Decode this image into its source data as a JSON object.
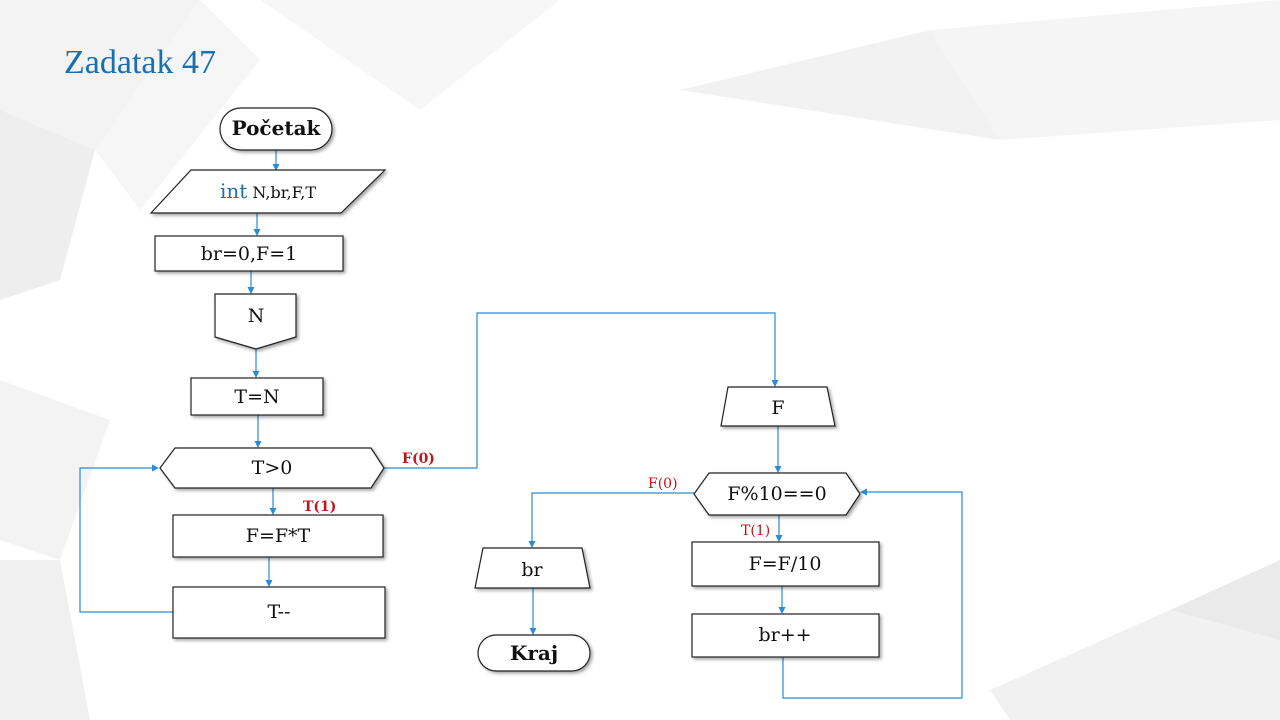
{
  "slide": {
    "title": "Zadatak 47"
  },
  "flowchart": {
    "start": "Početak",
    "declare_keyword": "int",
    "declare_vars": " N,br,F,T",
    "init": "br=0,F=1",
    "input_n": "N",
    "assign_t": "T=N",
    "cond_loop": "T>0",
    "loop_true_label": "T(1)",
    "loop_false_label": "F(0)",
    "mult": "F=F*T",
    "decrement": "T--",
    "output_f": "F",
    "cond_zero": "F%10==0",
    "zero_true_label": "T(1)",
    "zero_false_label": "F(0)",
    "divide": "F=F/10",
    "increment": "br++",
    "output_br": "br",
    "end": "Kraj"
  },
  "colors": {
    "title": "#1a6faf",
    "connector": "#2a8bd6",
    "condition_label": "#c0151a"
  }
}
